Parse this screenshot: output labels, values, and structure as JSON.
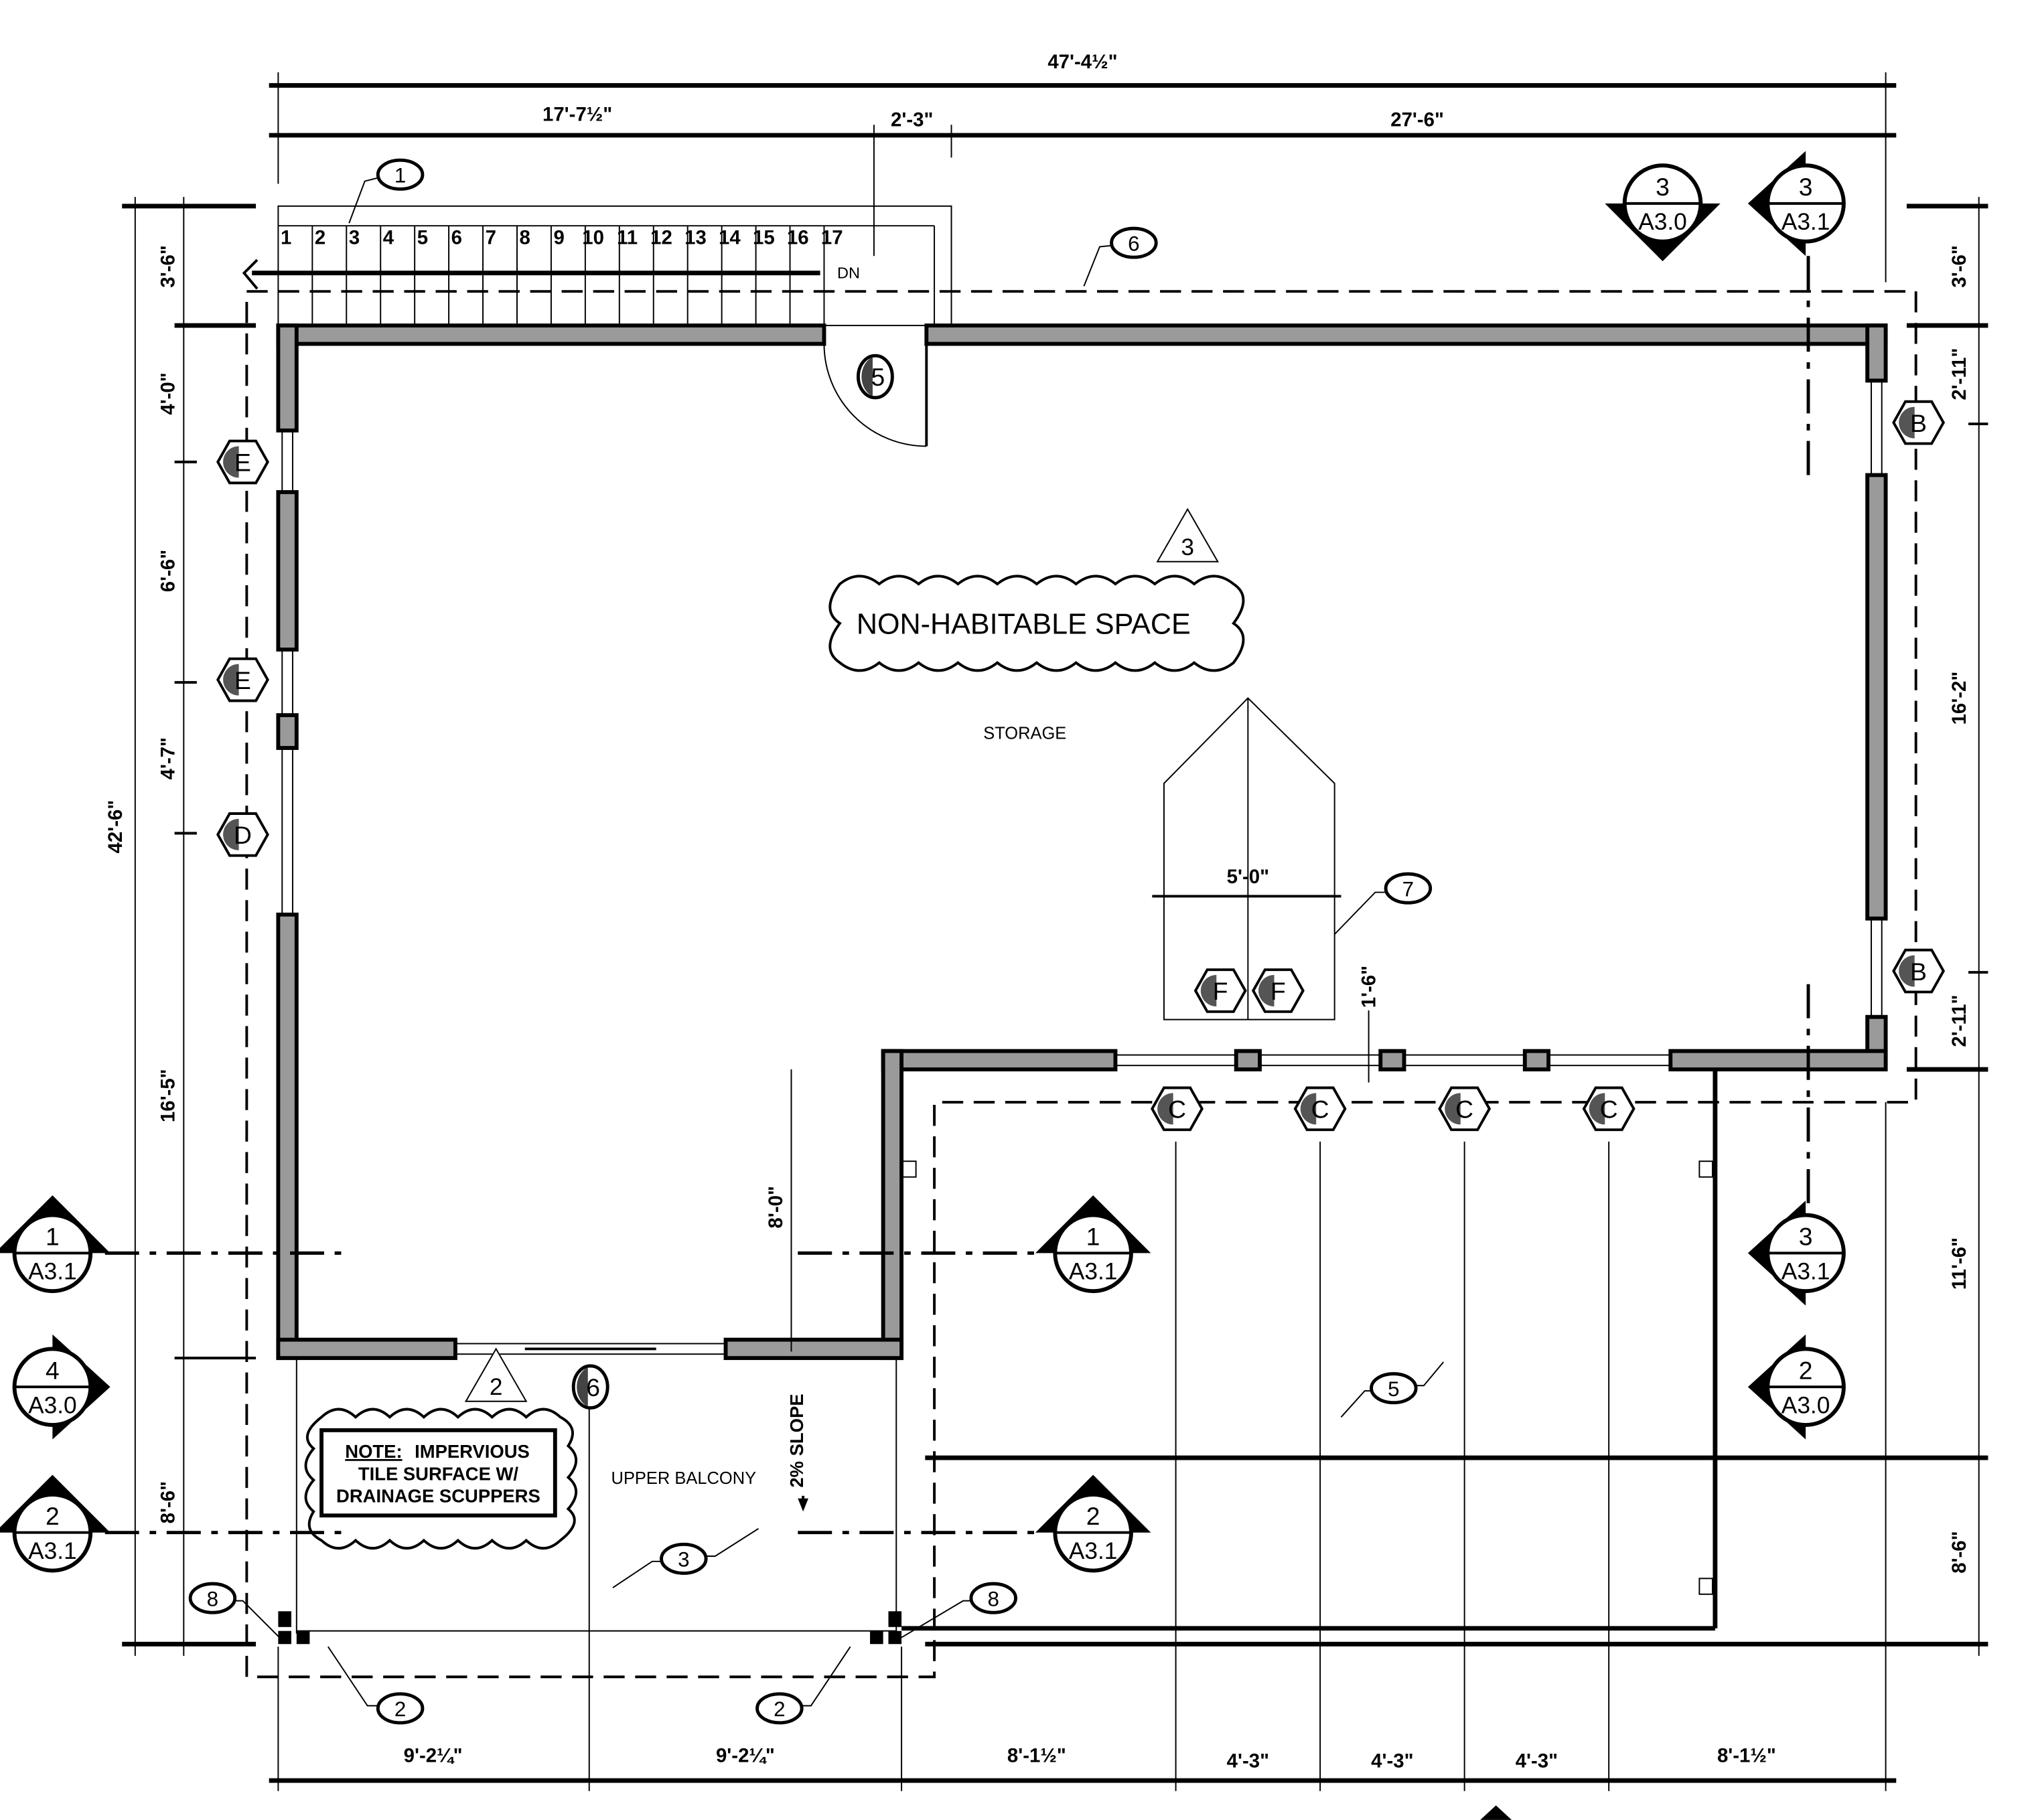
{
  "dimensions": {
    "top_overall": "47'-4½\"",
    "top": [
      "17'-7½\"",
      "2'-3\"",
      "27'-6\""
    ],
    "left_overall": "42'-6\"",
    "left": [
      "3'-6\"",
      "4'-0\"",
      "6'-6\"",
      "4'-7\"",
      "16'-5\"",
      "8'-6\""
    ],
    "right": [
      "3'-6\"",
      "2'-11\"",
      "16'-2\"",
      "2'-11\"",
      "11'-6\"",
      "8'-6\""
    ],
    "bottom": [
      "9'-2¼\"",
      "9'-2¼\"",
      "8'-1½\"",
      "4'-3\"",
      "4'-3\"",
      "4'-3\"",
      "8'-1½\""
    ],
    "opening_width": "5'-0\"",
    "opening_depth": "1'-6\"",
    "balcony_depth": "8'-0\""
  },
  "stair": {
    "treads": [
      "1",
      "2",
      "3",
      "4",
      "5",
      "6",
      "7",
      "8",
      "9",
      "10",
      "11",
      "12",
      "13",
      "14",
      "15",
      "16",
      "17"
    ],
    "direction": "DN"
  },
  "rooms": {
    "non_habitable": "NON-HABITABLE SPACE",
    "storage": "STORAGE",
    "balcony": "UPPER BALCONY"
  },
  "note": {
    "label": "NOTE:",
    "line1": "IMPERVIOUS",
    "line2": "TILE SURFACE W/",
    "line3": "DRAINAGE SCUPPERS"
  },
  "slope": "2% SLOPE",
  "section_markers": [
    {
      "num": "3",
      "sheet": "A3.0"
    },
    {
      "num": "3",
      "sheet": "A3.1"
    },
    {
      "num": "1",
      "sheet": "A3.1"
    },
    {
      "num": "1",
      "sheet": "A3.1"
    },
    {
      "num": "3",
      "sheet": "A3.1"
    },
    {
      "num": "4",
      "sheet": "A3.0"
    },
    {
      "num": "2",
      "sheet": "A3.0"
    },
    {
      "num": "2",
      "sheet": "A3.1"
    },
    {
      "num": "2",
      "sheet": "A3.1"
    }
  ],
  "window_tags": [
    "E",
    "E",
    "D",
    "B",
    "B",
    "C",
    "C",
    "C",
    "C",
    "F",
    "F"
  ],
  "keynotes": [
    "1",
    "6",
    "7",
    "5",
    "3",
    "2",
    "2",
    "8",
    "8"
  ],
  "door_tags": [
    "5",
    "6"
  ],
  "revision_triangles": [
    "3",
    "2"
  ]
}
